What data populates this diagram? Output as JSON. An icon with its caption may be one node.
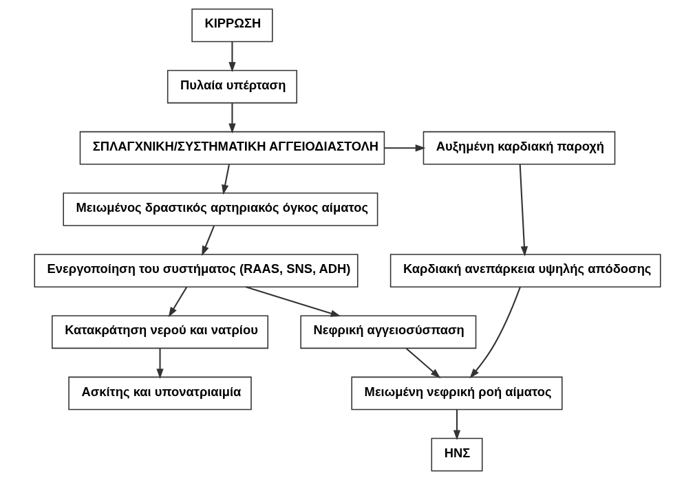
{
  "diagram": {
    "nodes": [
      {
        "text": [
          "ΚΙΡΡΩΣΗ"
        ]
      },
      {
        "text": [
          "Πυλαία υπέρταση"
        ]
      },
      {
        "text": [
          "ΣΠΛΑΓΧΝΙΚΗ/ΣΥΣΤΗΜΑΤΙΚΗ ΑΓΓΕΙΟΔΙΑΣΤΟΛΗ"
        ]
      },
      {
        "text": [
          "Αυξημένη καρδιακή παροχή"
        ]
      },
      {
        "text": [
          "Μειωμένος δραστικός αρτηριακός όγκος αίματος"
        ]
      },
      {
        "text": [
          "Καρδιακή ανεπάρκεια υψηλής απόδοσης"
        ]
      },
      {
        "text": [
          "Ενεργοποίηση του συστήματος (RAAS, SNS, ADH)"
        ]
      },
      {
        "text": [
          "Κατακράτηση νερού και νατρίου"
        ]
      },
      {
        "text": [
          "Νεφρική αγγειοσύσπαση"
        ]
      },
      {
        "text": [
          "Μειωμένη νεφρική ροή αίματος"
        ]
      },
      {
        "text": [
          "Ασκίτης και υπονατριαιμία"
        ]
      },
      {
        "text": [
          "ΗΝΣ"
        ]
      }
    ],
    "edges": [
      {
        "from": 0,
        "to": 1,
        "arrow": "to"
      },
      {
        "from": 1,
        "to": 2,
        "arrow": "to"
      },
      {
        "from": 2,
        "to": 3,
        "arrow": "to"
      },
      {
        "from": 2,
        "to": 4,
        "arrow": "to"
      },
      {
        "from": 3,
        "to": 5,
        "arrow": "to"
      },
      {
        "from": 4,
        "to": 6,
        "arrow": "to"
      },
      {
        "from": 6,
        "to": 7,
        "arrow": "to"
      },
      {
        "from": 6,
        "to": 8,
        "arrow": "to"
      },
      {
        "from": 8,
        "to": 9,
        "arrow": "to"
      },
      {
        "from": 5,
        "to": 9,
        "arrow": "to"
      },
      {
        "from": 7,
        "to": 10,
        "arrow": "to"
      },
      {
        "from": 9,
        "to": 11,
        "arrow": "to"
      }
    ]
  }
}
